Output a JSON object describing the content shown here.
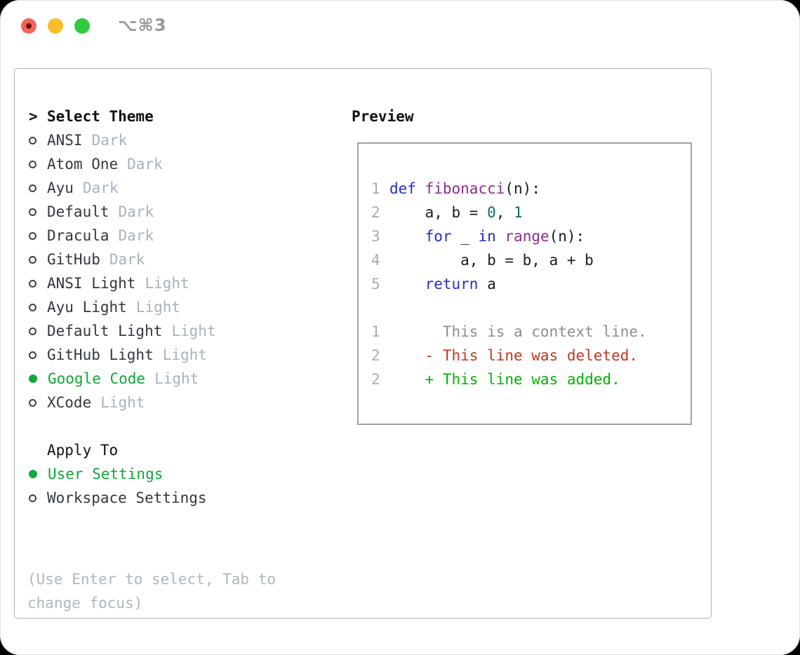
{
  "window": {
    "title": "⌥⌘3"
  },
  "colors": {
    "accent_green": "#10a837",
    "diff_added": "#00b400",
    "diff_deleted": "#c4361f",
    "diff_context": "#8a8f94",
    "keyword_blue": "#1f30c4",
    "function_purple": "#8e2b8e",
    "literal_teal": "#0e6b6b",
    "muted_gray": "#a8b2bc"
  },
  "theme_list": {
    "header_prefix": ">",
    "header": "Select Theme",
    "items": [
      {
        "name": "ANSI",
        "tag": "Dark",
        "selected": false
      },
      {
        "name": "Atom One",
        "tag": "Dark",
        "selected": false
      },
      {
        "name": "Ayu",
        "tag": "Dark",
        "selected": false
      },
      {
        "name": "Default",
        "tag": "Dark",
        "selected": false
      },
      {
        "name": "Dracula",
        "tag": "Dark",
        "selected": false
      },
      {
        "name": "GitHub",
        "tag": "Dark",
        "selected": false
      },
      {
        "name": "ANSI Light",
        "tag": "Light",
        "selected": false
      },
      {
        "name": "Ayu Light",
        "tag": "Light",
        "selected": false
      },
      {
        "name": "Default Light",
        "tag": "Light",
        "selected": false
      },
      {
        "name": "GitHub Light",
        "tag": "Light",
        "selected": false
      },
      {
        "name": "Google Code",
        "tag": "Light",
        "selected": true
      },
      {
        "name": "XCode",
        "tag": "Light",
        "selected": false
      }
    ]
  },
  "apply_to": {
    "header": "Apply To",
    "options": [
      {
        "label": "User Settings",
        "selected": true
      },
      {
        "label": "Workspace Settings",
        "selected": false
      }
    ]
  },
  "footer_hint": "(Use Enter to select, Tab to change focus)",
  "preview": {
    "header": "Preview",
    "code_lines": [
      {
        "num": "1",
        "tokens": [
          {
            "text": "def",
            "cls": "kw"
          },
          {
            "text": " ",
            "cls": "pl"
          },
          {
            "text": "fibonacci",
            "cls": "fn"
          },
          {
            "text": "(n):",
            "cls": "pl"
          }
        ]
      },
      {
        "num": "2",
        "tokens": [
          {
            "text": "    a, b = ",
            "cls": "pl"
          },
          {
            "text": "0",
            "cls": "num"
          },
          {
            "text": ", ",
            "cls": "pl"
          },
          {
            "text": "1",
            "cls": "num"
          }
        ]
      },
      {
        "num": "3",
        "tokens": [
          {
            "text": "    ",
            "cls": "pl"
          },
          {
            "text": "for",
            "cls": "kw"
          },
          {
            "text": " _ ",
            "cls": "pl"
          },
          {
            "text": "in",
            "cls": "kw"
          },
          {
            "text": " ",
            "cls": "pl"
          },
          {
            "text": "range",
            "cls": "fn"
          },
          {
            "text": "(n):",
            "cls": "pl"
          }
        ]
      },
      {
        "num": "4",
        "tokens": [
          {
            "text": "        a, b = b, a + b",
            "cls": "pl"
          }
        ]
      },
      {
        "num": "5",
        "tokens": [
          {
            "text": "    ",
            "cls": "pl"
          },
          {
            "text": "return",
            "cls": "kw"
          },
          {
            "text": " a",
            "cls": "pl"
          }
        ]
      }
    ],
    "diff_lines": [
      {
        "num": "1",
        "cls": "ctx",
        "text": "      This is a context line."
      },
      {
        "num": "2",
        "cls": "del",
        "text": "    - This line was deleted."
      },
      {
        "num": "2",
        "cls": "add",
        "text": "    + This line was added."
      }
    ]
  }
}
